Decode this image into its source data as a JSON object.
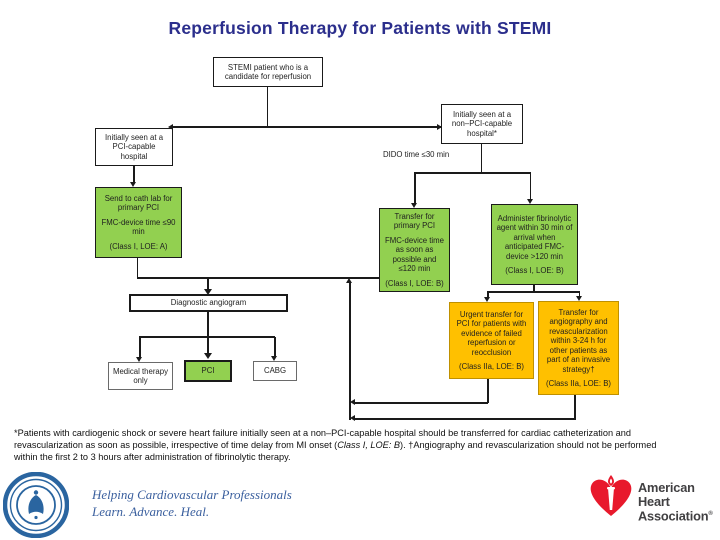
{
  "title": "Reperfusion Therapy for Patients with STEMI",
  "flow": {
    "stemi": {
      "text": "STEMI patient who is a candidate for reperfusion"
    },
    "pci_capable": {
      "text": "Initially seen at a PCI-capable hospital"
    },
    "non_pci_capable": {
      "text": "Initially seen at a non–PCI-capable hospital*"
    },
    "dido": {
      "text": "DIDO time ≤30 min"
    },
    "cath_lab": {
      "action": "Send to cath lab for primary PCI",
      "time": "FMC-device time ≤90 min",
      "class": "(Class I, LOE: A)"
    },
    "transfer_pci": {
      "action": "Transfer for primary PCI",
      "time": "FMC-device time as soon as possible and ≤120 min",
      "class": "(Class I, LOE: B)"
    },
    "fibrinolytic": {
      "action": "Administer fibrinolytic agent within 30 min of arrival when anticipated FMC-device >120 min",
      "class": "(Class I, LOE: B)"
    },
    "diagnostic": {
      "text": "Diagnostic angiogram"
    },
    "medical": {
      "text": "Medical therapy only"
    },
    "pci": {
      "text": "PCI"
    },
    "cabg": {
      "text": "CABG"
    },
    "urgent_transfer": {
      "action": "Urgent transfer for PCI for patients with evidence of failed reperfusion or reocclusion",
      "class": "(Class IIa, LOE: B)"
    },
    "transfer_angio": {
      "action": "Transfer for angiography and revascularization within 3-24 h for other patients as part of an invasive strategy†",
      "class": "(Class IIa, LOE: B)"
    }
  },
  "footnote": {
    "part1": "*Patients with cardiogenic shock or severe heart failure initially seen at a non–PCI-capable hospital should be transferred for cardiac catheterization and revascularization as soon as possible, irrespective of time delay from MI onset (",
    "italic": "Class I, LOE: B",
    "part2": "). †Angiography and revascularization should not be performed within the first 2 to 3 hours after administration of fibrinolytic therapy."
  },
  "footer": {
    "acc_tagline1": "Helping Cardiovascular Professionals",
    "acc_tagline2": "Learn. Advance. Heal.",
    "aha_name1": "American",
    "aha_name2": "Heart",
    "aha_name3": "Association",
    "aha_reg": "®"
  },
  "colors": {
    "title": "#2b2e8c",
    "green": "#92d050",
    "yellow": "#ffc000",
    "yellow_border": "#bf9000",
    "acc_blue": "#3a5f9e",
    "aha_red": "#e8192c",
    "aha_text": "#414042"
  }
}
